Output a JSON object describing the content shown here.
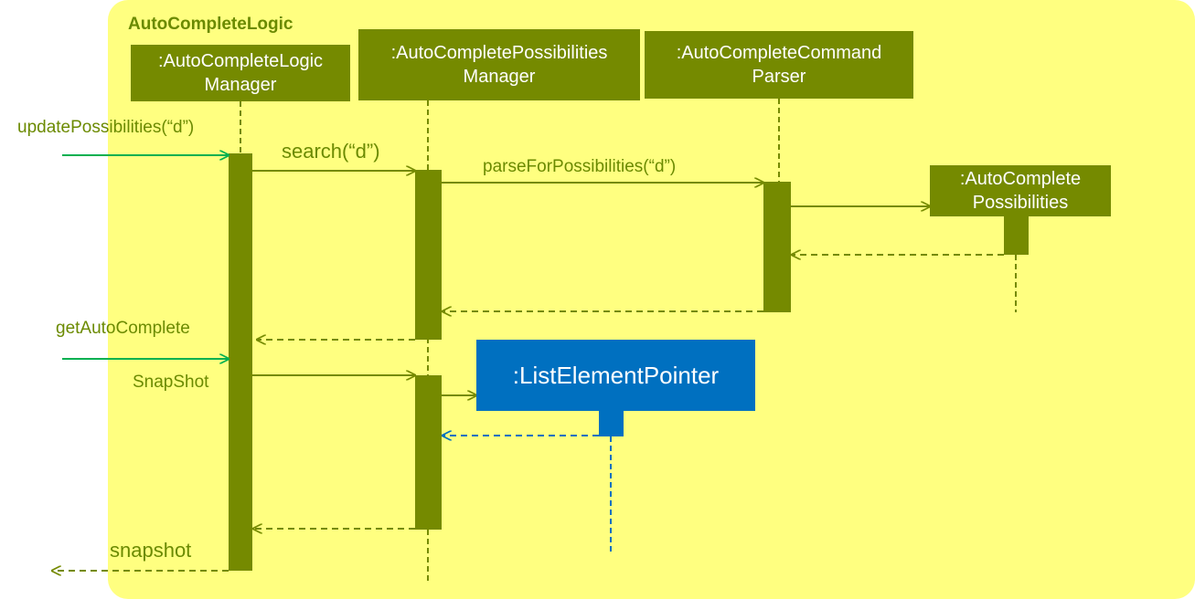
{
  "frame": {
    "title": "AutoCompleteLogic"
  },
  "participants": {
    "logic_manager": {
      "line1": ":AutoCompleteLogic",
      "line2": "Manager"
    },
    "possibilities_manager": {
      "line1": ":AutoCompletePossibilities",
      "line2": "Manager"
    },
    "command_parser": {
      "line1": ":AutoCompleteCommand",
      "line2": "Parser"
    },
    "possibilities": {
      "line1": ":AutoComplete",
      "line2": "Possibilities"
    },
    "list_pointer": {
      "line1": ":ListElementPointer"
    }
  },
  "messages": {
    "update": "updatePossibilities(“d”)",
    "search": "search(“d”)",
    "parse": "parseForPossibilities(“d”)",
    "get_line1": "getAutoComplete",
    "get_line2": "SnapShot",
    "snapshot": "snapshot"
  },
  "colors": {
    "olive": "#758a00",
    "frame_bg": "#ffff80",
    "found_arrow": "#00b050",
    "pointer_blue": "#0070c0"
  }
}
